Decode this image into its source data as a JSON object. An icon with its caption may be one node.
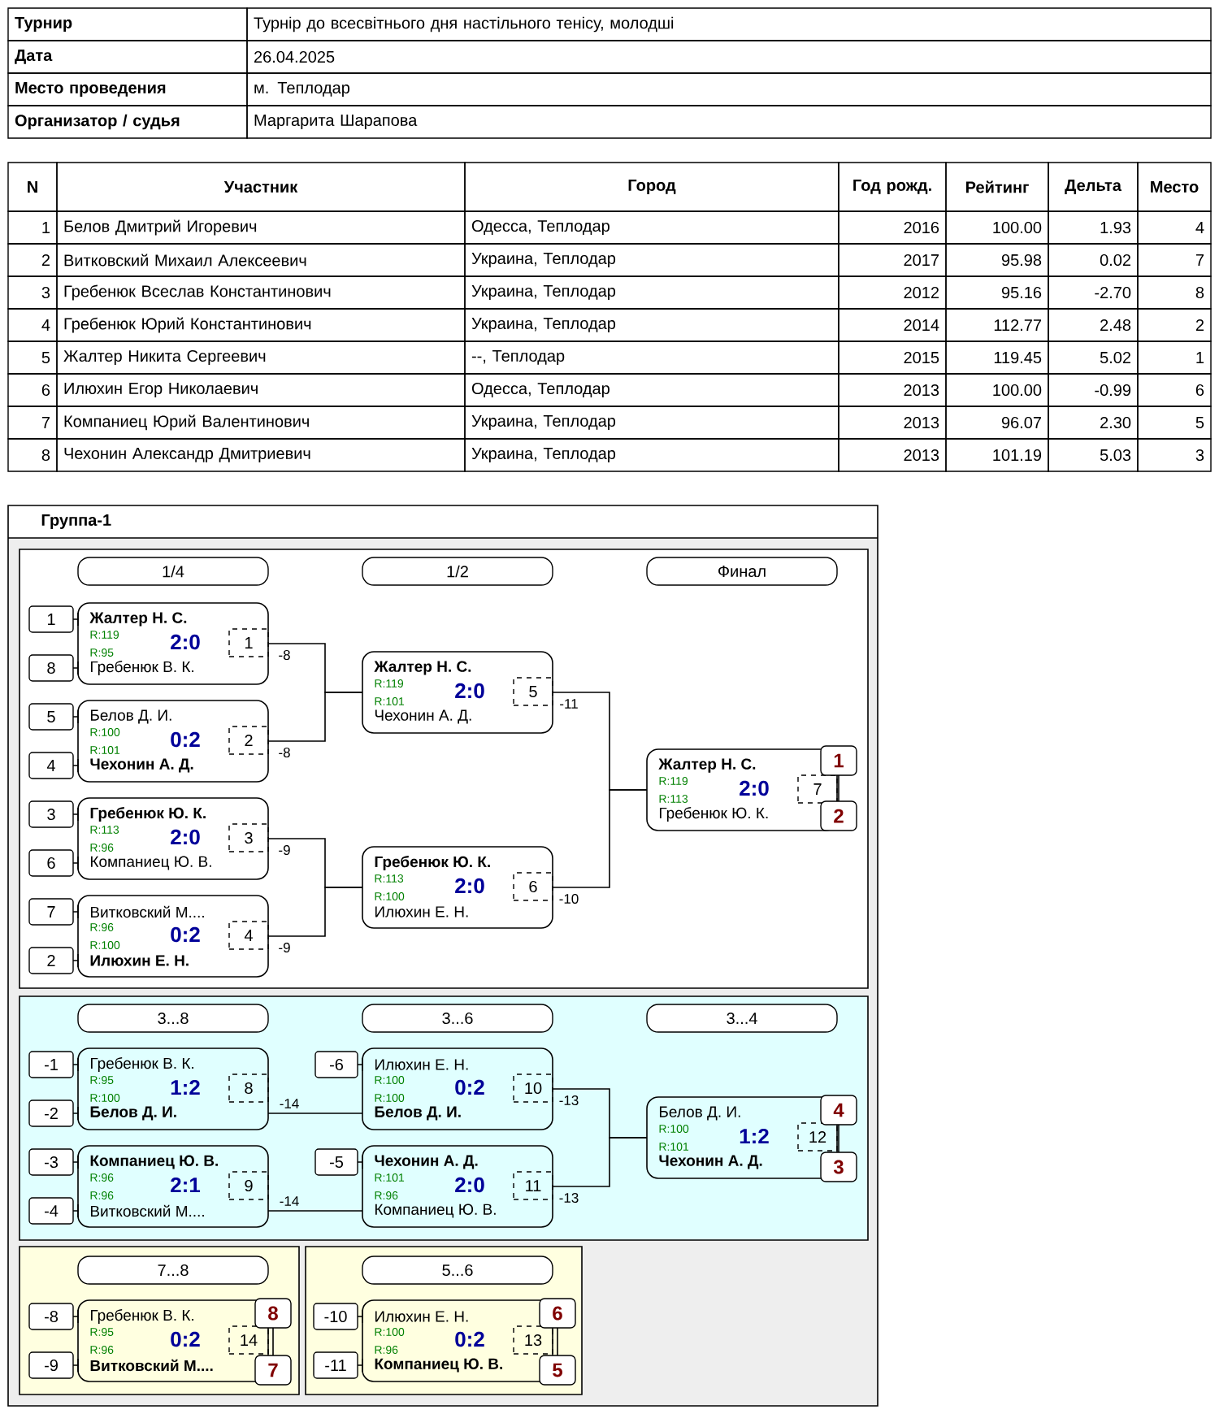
{
  "diagram": {
    "nodes": [
      {
        "text": [
          "Группа-1"
        ]
      },
      {
        "text": [],
        "shape": "box",
        "in": 0
      },
      {
        "text": [
          "1/4"
        ],
        "in": 1
      },
      {
        "text": [
          "1/2"
        ],
        "in": 1
      },
      {
        "text": [
          "Финал"
        ],
        "in": 1
      },
      {
        "text": [
          "1"
        ],
        "in": 1
      },
      {
        "text": [
          "8"
        ],
        "in": 1
      },
      {
        "text": [
          "Жалтер Н. С.",
          "R:119",
          "2:0",
          "R:95",
          "Гребенюк В. К."
        ],
        "in": 1
      },
      {
        "text": [
          "1"
        ],
        "in": 7
      },
      {
        "text": [
          "5"
        ],
        "in": 1
      },
      {
        "text": [
          "4"
        ],
        "in": 1
      },
      {
        "text": [
          "Белов Д. И.",
          "R:100",
          "0:2",
          "R:101",
          "Чехонин А. Д."
        ],
        "in": 1
      },
      {
        "text": [
          "2"
        ],
        "in": 11
      },
      {
        "text": [
          "3"
        ],
        "in": 1
      },
      {
        "text": [
          "6"
        ],
        "in": 1
      },
      {
        "text": [
          "Гребенюк Ю. К.",
          "R:113",
          "2:0",
          "R:96",
          "Компаниец Ю. В."
        ],
        "in": 1
      },
      {
        "text": [
          "3"
        ],
        "in": 15
      },
      {
        "text": [
          "7"
        ],
        "in": 1
      },
      {
        "text": [
          "2"
        ],
        "in": 1
      },
      {
        "text": [
          "Витковский М....",
          "R:96",
          "0:2",
          "R:100",
          "Илюхин Е. Н."
        ],
        "in": 1
      },
      {
        "text": [
          "4"
        ],
        "in": 19
      },
      {
        "text": [
          "Жалтер Н. С.",
          "R:119",
          "2:0",
          "R:101",
          "Чехонин А. Д."
        ],
        "in": 1
      },
      {
        "text": [
          "5"
        ],
        "in": 21
      },
      {
        "text": [
          "Гребенюк Ю. К.",
          "R:113",
          "2:0",
          "R:100",
          "Илюхин Е. Н."
        ],
        "in": 1
      },
      {
        "text": [
          "6"
        ],
        "in": 23
      },
      {
        "text": [
          "Жалтер Н. С.",
          "R:119",
          "2:0",
          "R:113",
          "Гребенюк Ю. К."
        ],
        "in": 1
      },
      {
        "text": [
          "7"
        ],
        "in": 25
      },
      {
        "text": [
          "1"
        ],
        "in": 1
      },
      {
        "text": [
          "2"
        ],
        "in": 1
      },
      {
        "text": [],
        "shape": "box",
        "in": 0
      },
      {
        "text": [
          "3...8"
        ],
        "in": 29
      },
      {
        "text": [
          "3...6"
        ],
        "in": 29
      },
      {
        "text": [
          "3...4"
        ],
        "in": 29
      },
      {
        "text": [
          "-1"
        ],
        "in": 29
      },
      {
        "text": [
          "-2"
        ],
        "in": 29
      },
      {
        "text": [
          "Гребенюк В. К.",
          "R:95",
          "1:2",
          "R:100",
          "Белов Д. И."
        ],
        "in": 29
      },
      {
        "text": [
          "8"
        ],
        "in": 35
      },
      {
        "text": [
          "-6"
        ],
        "in": 29
      },
      {
        "text": [
          "Илюхин Е. Н.",
          "R:100",
          "0:2",
          "R:100",
          "Белов Д. И."
        ],
        "in": 29
      },
      {
        "text": [
          "10"
        ],
        "in": 38
      },
      {
        "text": [
          "-3"
        ],
        "in": 29
      },
      {
        "text": [
          "-4"
        ],
        "in": 29
      },
      {
        "text": [
          "Компаниец Ю. В.",
          "R:96",
          "2:1",
          "R:96",
          "Витковский М...."
        ],
        "in": 29
      },
      {
        "text": [
          "9"
        ],
        "in": 42
      },
      {
        "text": [
          "-5"
        ],
        "in": 29
      },
      {
        "text": [
          "Чехонин А. Д.",
          "R:101",
          "2:0",
          "R:96",
          "Компаниец Ю. В."
        ],
        "in": 29
      },
      {
        "text": [
          "11"
        ],
        "in": 45
      },
      {
        "text": [
          "Белов Д. И.",
          "R:100",
          "1:2",
          "R:101",
          "Чехонин А. Д."
        ],
        "in": 29
      },
      {
        "text": [
          "12"
        ],
        "in": 47
      },
      {
        "text": [
          "4"
        ],
        "in": 29
      },
      {
        "text": [
          "3"
        ],
        "in": 29
      },
      {
        "text": [],
        "shape": "box",
        "in": 0
      },
      {
        "text": [
          "7...8"
        ],
        "in": 51
      },
      {
        "text": [
          "-8"
        ],
        "in": 51
      },
      {
        "text": [
          "-9"
        ],
        "in": 51
      },
      {
        "text": [
          "Гребенюк В. К.",
          "R:95",
          "0:2",
          "R:96",
          "Витковский М...."
        ],
        "in": 51
      },
      {
        "text": [
          "14"
        ],
        "in": 55
      },
      {
        "text": [
          "8"
        ],
        "in": 51
      },
      {
        "text": [
          "7"
        ],
        "in": 51
      },
      {
        "text": [],
        "shape": "box",
        "in": 0
      },
      {
        "text": [
          "5...6"
        ],
        "in": 59
      },
      {
        "text": [
          "-10"
        ],
        "in": 59
      },
      {
        "text": [
          "-11"
        ],
        "in": 59
      },
      {
        "text": [
          "Илюхин Е. Н.",
          "R:100",
          "0:2",
          "R:96",
          "Компаниец Ю. В."
        ],
        "in": 59
      },
      {
        "text": [
          "13"
        ],
        "in": 63
      },
      {
        "text": [
          "6"
        ],
        "in": 59
      },
      {
        "text": [
          "5"
        ],
        "in": 59
      }
    ],
    "edges": [
      {
        "from": 5,
        "to": 7,
        "arrow": "none"
      },
      {
        "from": 6,
        "to": 7,
        "arrow": "none"
      },
      {
        "from": 9,
        "to": 11,
        "arrow": "none"
      },
      {
        "from": 10,
        "to": 11,
        "arrow": "none"
      },
      {
        "from": 13,
        "to": 15,
        "arrow": "none"
      },
      {
        "from": 14,
        "to": 15,
        "arrow": "none"
      },
      {
        "from": 17,
        "to": 19,
        "arrow": "none"
      },
      {
        "from": 18,
        "to": 19,
        "arrow": "none"
      },
      {
        "from": 7,
        "to": 21,
        "label": "-8",
        "arrow": "none"
      },
      {
        "from": 11,
        "to": 21,
        "label": "-8",
        "arrow": "none"
      },
      {
        "from": 15,
        "to": 23,
        "label": "-9",
        "arrow": "none"
      },
      {
        "from": 19,
        "to": 23,
        "label": "-9",
        "arrow": "none"
      },
      {
        "from": 21,
        "to": 25,
        "label": "-11",
        "arrow": "none"
      },
      {
        "from": 23,
        "to": 25,
        "label": "-10",
        "arrow": "none"
      },
      {
        "from": 27,
        "to": 28,
        "arrow": "none"
      },
      {
        "from": 33,
        "to": 35,
        "arrow": "none"
      },
      {
        "from": 34,
        "to": 35,
        "arrow": "none"
      },
      {
        "from": 37,
        "to": 38,
        "arrow": "none"
      },
      {
        "from": 35,
        "to": 38,
        "label": "-14",
        "arrow": "none"
      },
      {
        "from": 40,
        "to": 42,
        "arrow": "none"
      },
      {
        "from": 41,
        "to": 42,
        "arrow": "none"
      },
      {
        "from": 44,
        "to": 45,
        "arrow": "none"
      },
      {
        "from": 42,
        "to": 45,
        "label": "-14",
        "arrow": "none"
      },
      {
        "from": 38,
        "to": 47,
        "label": "-13",
        "arrow": "none"
      },
      {
        "from": 45,
        "to": 47,
        "label": "-13",
        "arrow": "none"
      },
      {
        "from": 49,
        "to": 50,
        "arrow": "none"
      },
      {
        "from": 53,
        "to": 55,
        "arrow": "none"
      },
      {
        "from": 54,
        "to": 55,
        "arrow": "none"
      },
      {
        "from": 57,
        "to": 58,
        "arrow": "none"
      },
      {
        "from": 61,
        "to": 63,
        "arrow": "none"
      },
      {
        "from": 62,
        "to": 63,
        "arrow": "none"
      },
      {
        "from": 65,
        "to": 66,
        "arrow": "none"
      }
    ],
    "labels": [
      "Турнир",
      "Турнір до всесвітнього дня настільного тенісу, молодші",
      "Дата",
      "26.04.2025",
      "Место проведения",
      "м. Теплодар",
      "Организатор / судья",
      "Маргарита Шарапова",
      "N",
      "Участник",
      "Город",
      "Год рожд.",
      "Рейтинг",
      "Дельта",
      "Место",
      "1",
      "Белов Дмитрий Игоревич",
      "Одесса, Теплодар",
      "2016",
      "100.00",
      "1.93",
      "4",
      "2",
      "Витковский Михаил Алексеевич",
      "Украина, Теплодар",
      "2017",
      "95.98",
      "0.02",
      "7",
      "3",
      "Гребенюк Всеслав Константинович",
      "Украина, Теплодар",
      "2012",
      "95.16",
      "-2.70",
      "8",
      "4",
      "Гребенюк Юрий Константинович",
      "Украина, Теплодар",
      "2014",
      "112.77",
      "2.48",
      "2",
      "5",
      "Жалтер Никита Сергеевич",
      "--, Теплодар",
      "2015",
      "119.45",
      "5.02",
      "1",
      "6",
      "Илюхин Егор Николаевич",
      "Одесса, Теплодар",
      "2013",
      "100.00",
      "-0.99",
      "6",
      "7",
      "Компаниец Юрий Валентинович",
      "Украина, Теплодар",
      "2013",
      "96.07",
      "2.30",
      "5",
      "8",
      "Чехонин Александр Дмитриевич",
      "Украина, Теплодар",
      "2013",
      "101.19",
      "5.03",
      "3"
    ]
  }
}
